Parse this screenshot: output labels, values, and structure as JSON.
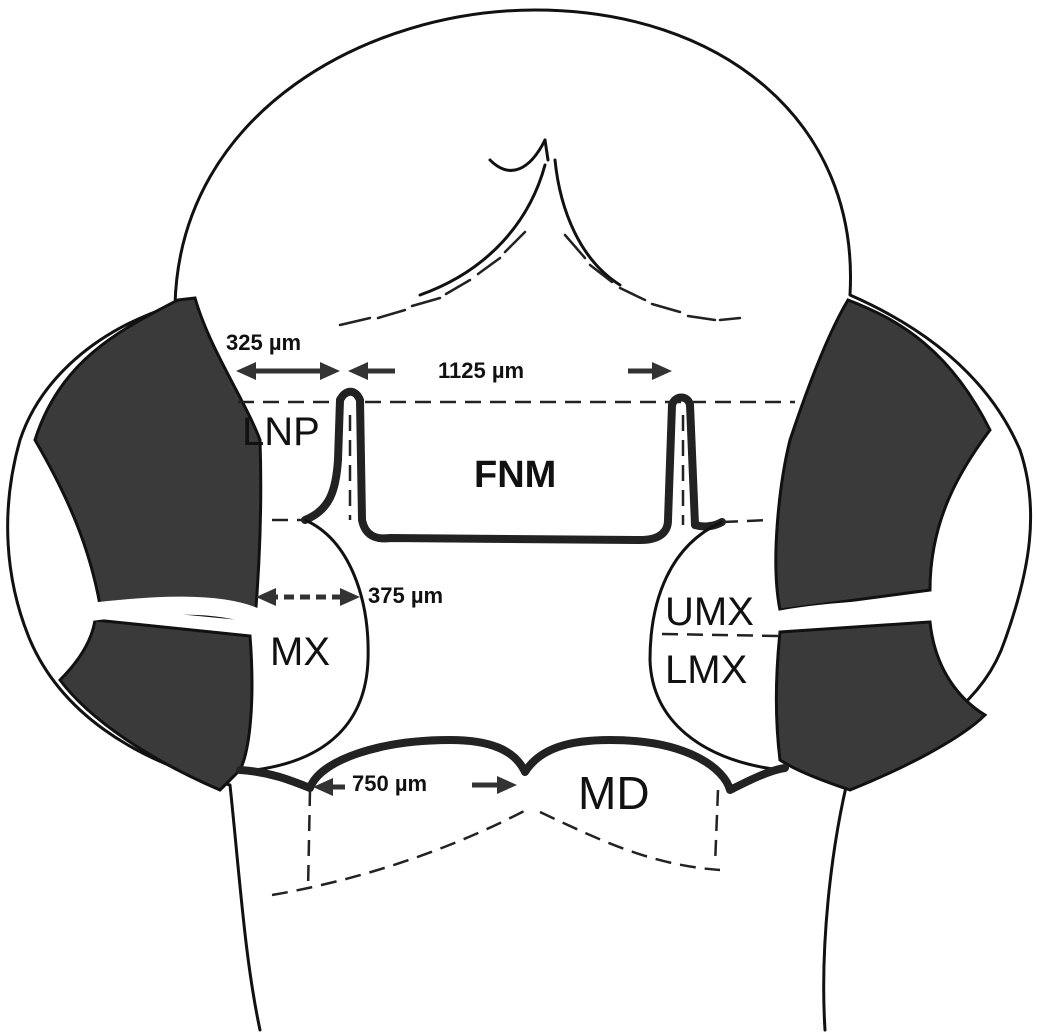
{
  "labels": {
    "fnm": "FNM",
    "lnp": "LNP",
    "mx": "MX",
    "umx": "UMX",
    "lmx": "LMX",
    "md": "MD"
  },
  "measurements": {
    "lnp_width": "325 µm",
    "fnm_width": "1125 µm",
    "mx_width": "375 µm",
    "md_width": "750 µm"
  }
}
